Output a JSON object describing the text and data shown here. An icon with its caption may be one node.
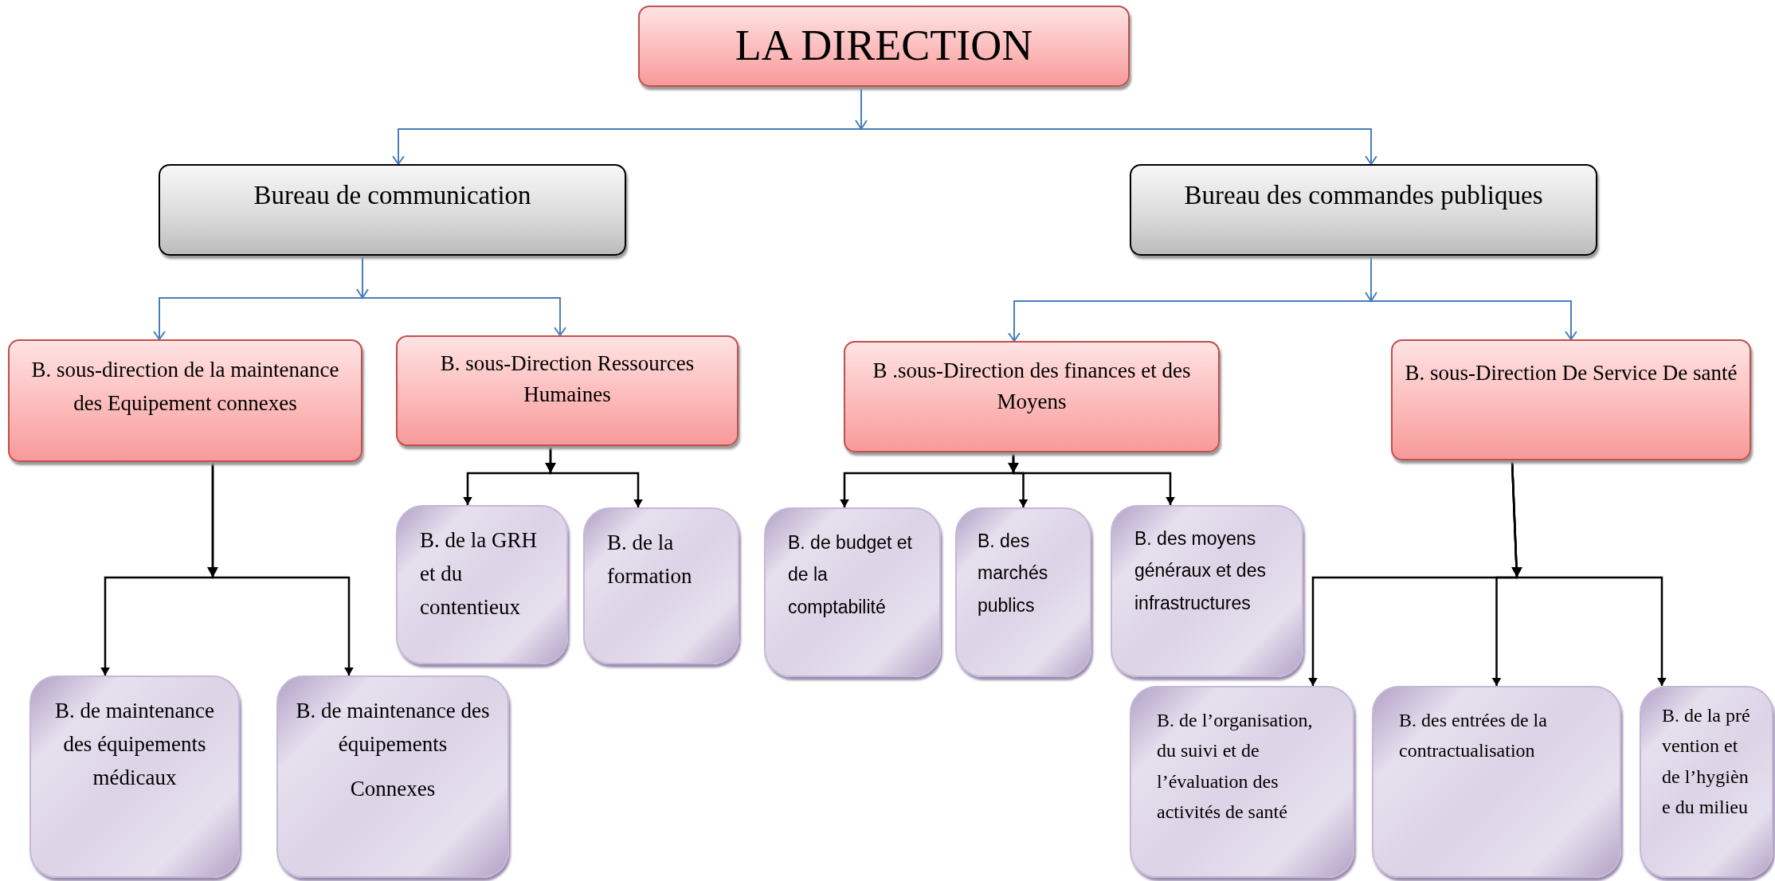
{
  "diagram": {
    "nodes": [
      {
        "text": [
          "LA DIRECTION"
        ]
      },
      {
        "text": [
          "Bureau de communication"
        ]
      },
      {
        "text": [
          "Bureau des commandes publiques"
        ]
      },
      {
        "text": [
          "B. sous-direction de la maintenance des Equipement connexes"
        ]
      },
      {
        "text": [
          "B. sous-Direction Ressources Humaines"
        ]
      },
      {
        "text": [
          "B .sous-Direction des finances et des Moyens"
        ]
      },
      {
        "text": [
          "B. sous-Direction De Service De santé"
        ]
      },
      {
        "text": [
          "B. de la GRH et du contentieux"
        ]
      },
      {
        "text": [
          "B. de la formation"
        ]
      },
      {
        "text": [
          "B. de budget et de la comptabilité"
        ]
      },
      {
        "text": [
          "B. des marchés publics"
        ]
      },
      {
        "text": [
          "B. des moyens généraux et des infrastructures"
        ]
      },
      {
        "text": [
          "B. de maintenance des équipements médicaux"
        ]
      },
      {
        "text": [
          "B. de maintenance des équipements",
          "Connexes"
        ]
      },
      {
        "text": [
          "B. de l’organisation, du suivi et de l’évaluation des activités de santé"
        ]
      },
      {
        "text": [
          "B. des entrées de la contractualisation"
        ]
      },
      {
        "text": [
          "B. de la prévention et de l’hygiène du milieu"
        ]
      }
    ],
    "edges": [
      {
        "from": 0,
        "to": 1,
        "arrow": "to",
        "color": "#4a7ebb"
      },
      {
        "from": 0,
        "to": 2,
        "arrow": "to",
        "color": "#4a7ebb"
      },
      {
        "from": 1,
        "to": 3,
        "arrow": "to",
        "color": "#4a7ebb"
      },
      {
        "from": 1,
        "to": 4,
        "arrow": "to",
        "color": "#4a7ebb"
      },
      {
        "from": 2,
        "to": 5,
        "arrow": "to",
        "color": "#4a7ebb"
      },
      {
        "from": 2,
        "to": 6,
        "arrow": "to",
        "color": "#4a7ebb"
      },
      {
        "from": 3,
        "to": 12,
        "arrow": "to"
      },
      {
        "from": 3,
        "to": 13,
        "arrow": "to"
      },
      {
        "from": 4,
        "to": 7,
        "arrow": "to"
      },
      {
        "from": 4,
        "to": 8,
        "arrow": "to"
      },
      {
        "from": 5,
        "to": 9,
        "arrow": "to"
      },
      {
        "from": 5,
        "to": 10,
        "arrow": "to"
      },
      {
        "from": 5,
        "to": 11,
        "arrow": "to"
      },
      {
        "from": 6,
        "to": 14,
        "arrow": "to"
      },
      {
        "from": 6,
        "to": 15,
        "arrow": "to"
      },
      {
        "from": 6,
        "to": 16,
        "arrow": "to"
      }
    ]
  }
}
